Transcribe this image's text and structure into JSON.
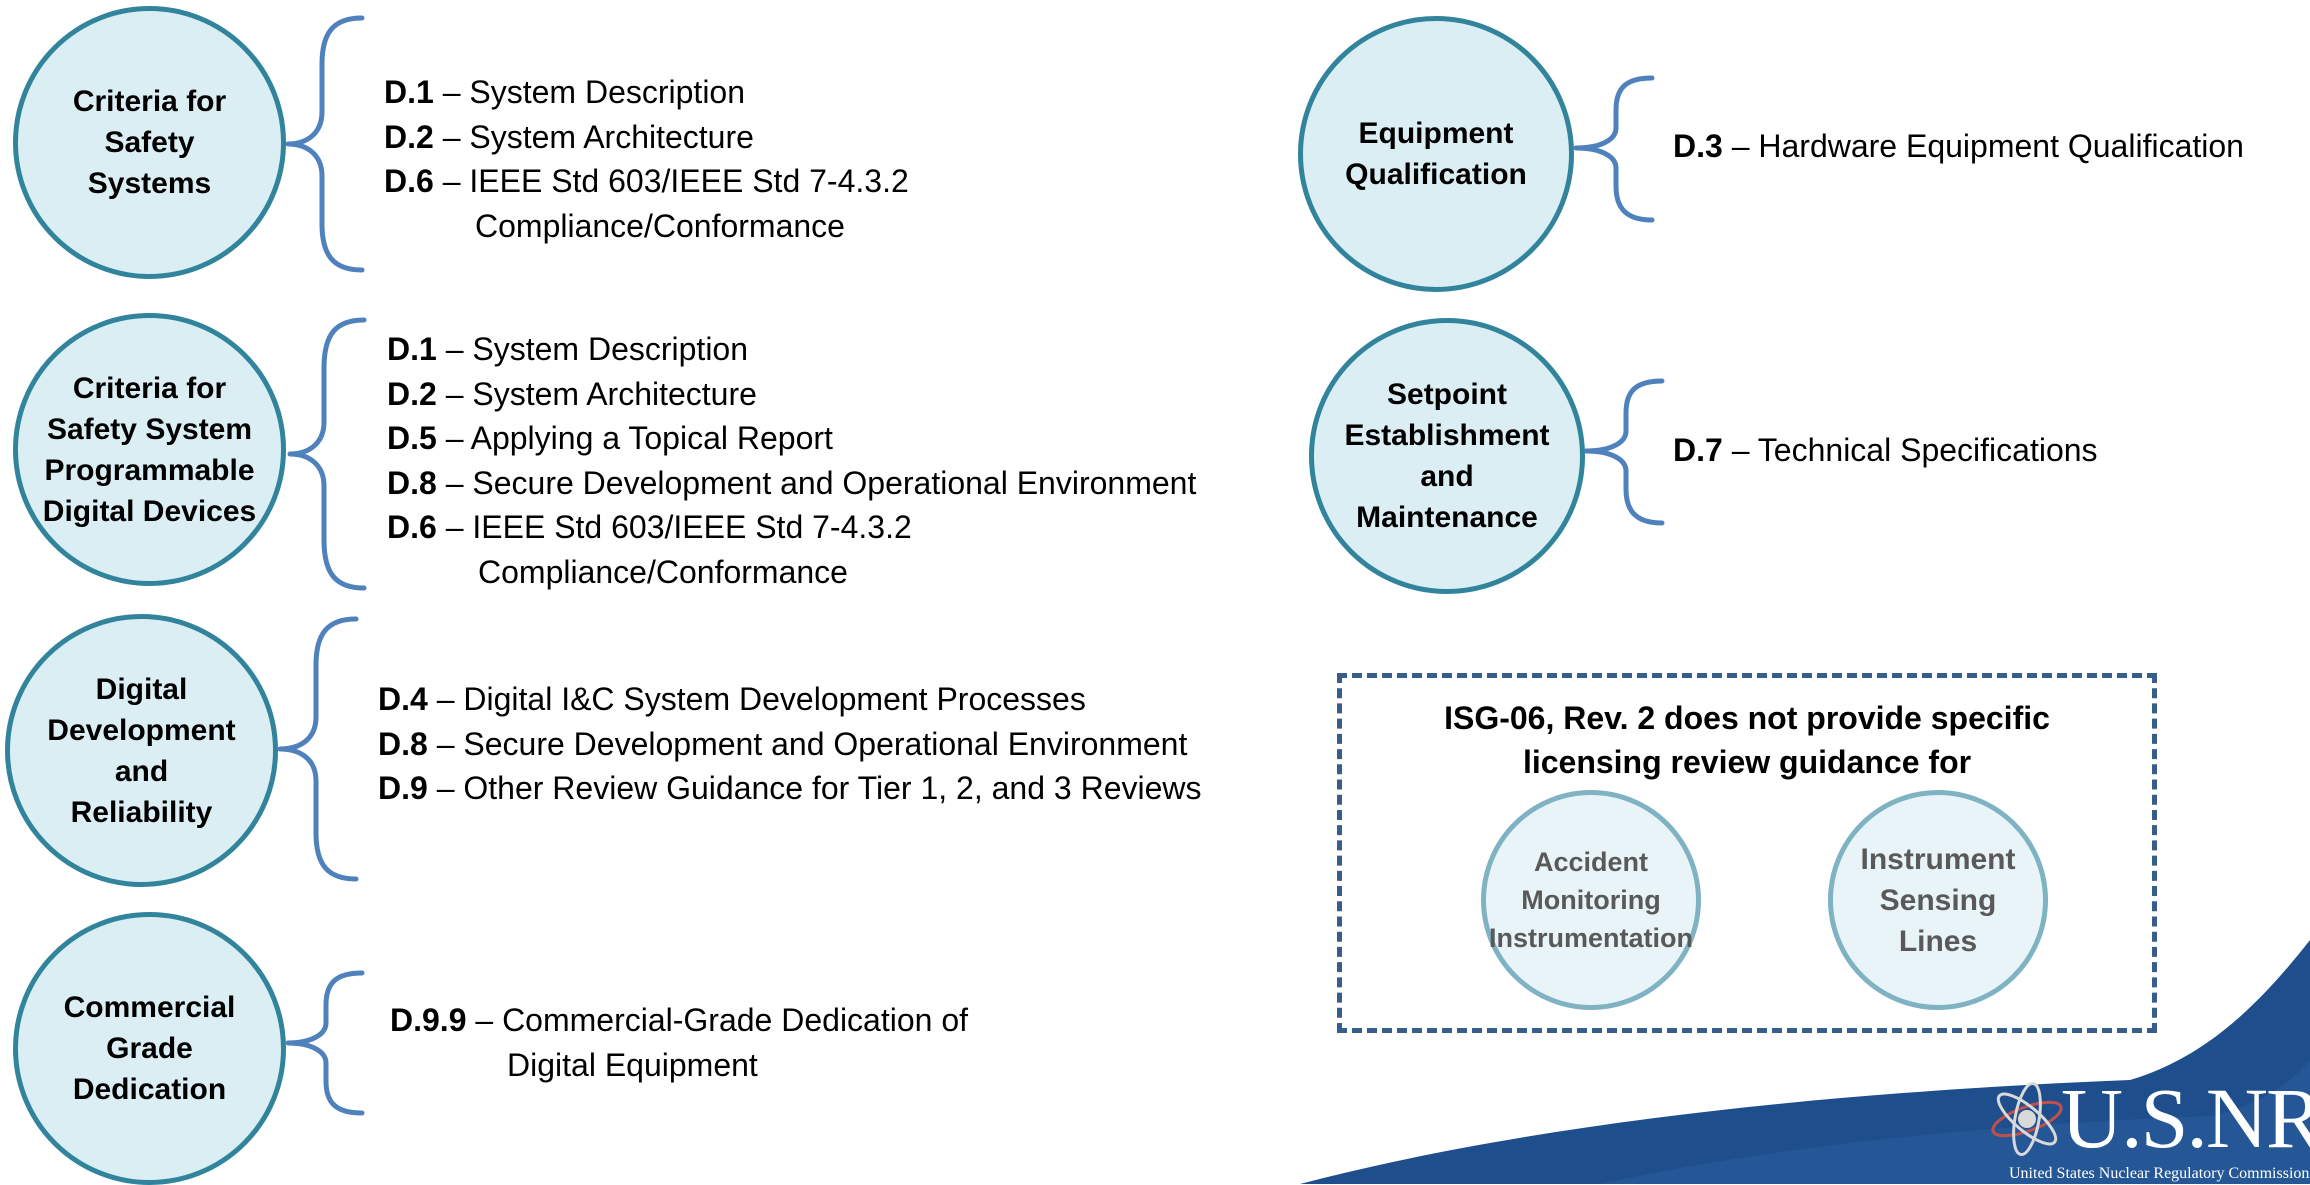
{
  "colors": {
    "circle_fill": "#daeef3",
    "circle_border": "#31849b",
    "brace": "#4f81bd",
    "note_border": "#385d8a",
    "note_circle_fill": "#e9f4f8",
    "note_circle_border": "#7fb2c3",
    "note_text": "#595959",
    "swoosh": "#1f4e8c"
  },
  "groups": [
    {
      "topic": "Criteria for\nSafety\nSystems",
      "items": [
        {
          "code": "D.1",
          "text": " – System Description"
        },
        {
          "code": "D.2",
          "text": " – System Architecture"
        },
        {
          "code": "D.6",
          "text": " – IEEE Std 603/IEEE Std 7-4.3.2",
          "continuation": "Compliance/Conformance"
        }
      ]
    },
    {
      "topic": "Criteria for\nSafety System\nProgrammable\nDigital Devices",
      "items": [
        {
          "code": "D.1",
          "text": " – System Description"
        },
        {
          "code": "D.2",
          "text": " – System Architecture"
        },
        {
          "code": "D.5",
          "text": " – Applying a Topical Report"
        },
        {
          "code": "D.8",
          "text": " – Secure Development and Operational Environment"
        },
        {
          "code": "D.6",
          "text": " – IEEE Std 603/IEEE Std 7-4.3.2",
          "continuation": "Compliance/Conformance"
        }
      ]
    },
    {
      "topic": "Digital\nDevelopment\nand\nReliability",
      "items": [
        {
          "code": "D.4",
          "text": " – Digital I&C System Development Processes"
        },
        {
          "code": "D.8",
          "text": " – Secure Development and Operational Environment"
        },
        {
          "code": "D.9",
          "text": " – Other Review Guidance for Tier 1, 2, and 3 Reviews"
        }
      ]
    },
    {
      "topic": "Commercial\nGrade\nDedication",
      "items": [
        {
          "code": "D.9.9",
          "text": " – Commercial-Grade Dedication of",
          "continuation": "Digital Equipment"
        }
      ]
    },
    {
      "topic": "Equipment\nQualification",
      "items": [
        {
          "code": "D.3",
          "text": " – Hardware Equipment Qualification"
        }
      ]
    },
    {
      "topic": "Setpoint\nEstablishment\nand\nMaintenance",
      "items": [
        {
          "code": "D.7",
          "text": " – Technical Specifications"
        }
      ]
    }
  ],
  "note": {
    "title": "ISG-06, Rev. 2 does not provide specific licensing review guidance  for",
    "topics": [
      "Accident\nMonitoring\nInstrumentation",
      "Instrument\nSensing\nLines"
    ]
  },
  "logo": {
    "text": "U.S.NRC",
    "subtitle": "United States Nuclear Regulatory Commission"
  }
}
